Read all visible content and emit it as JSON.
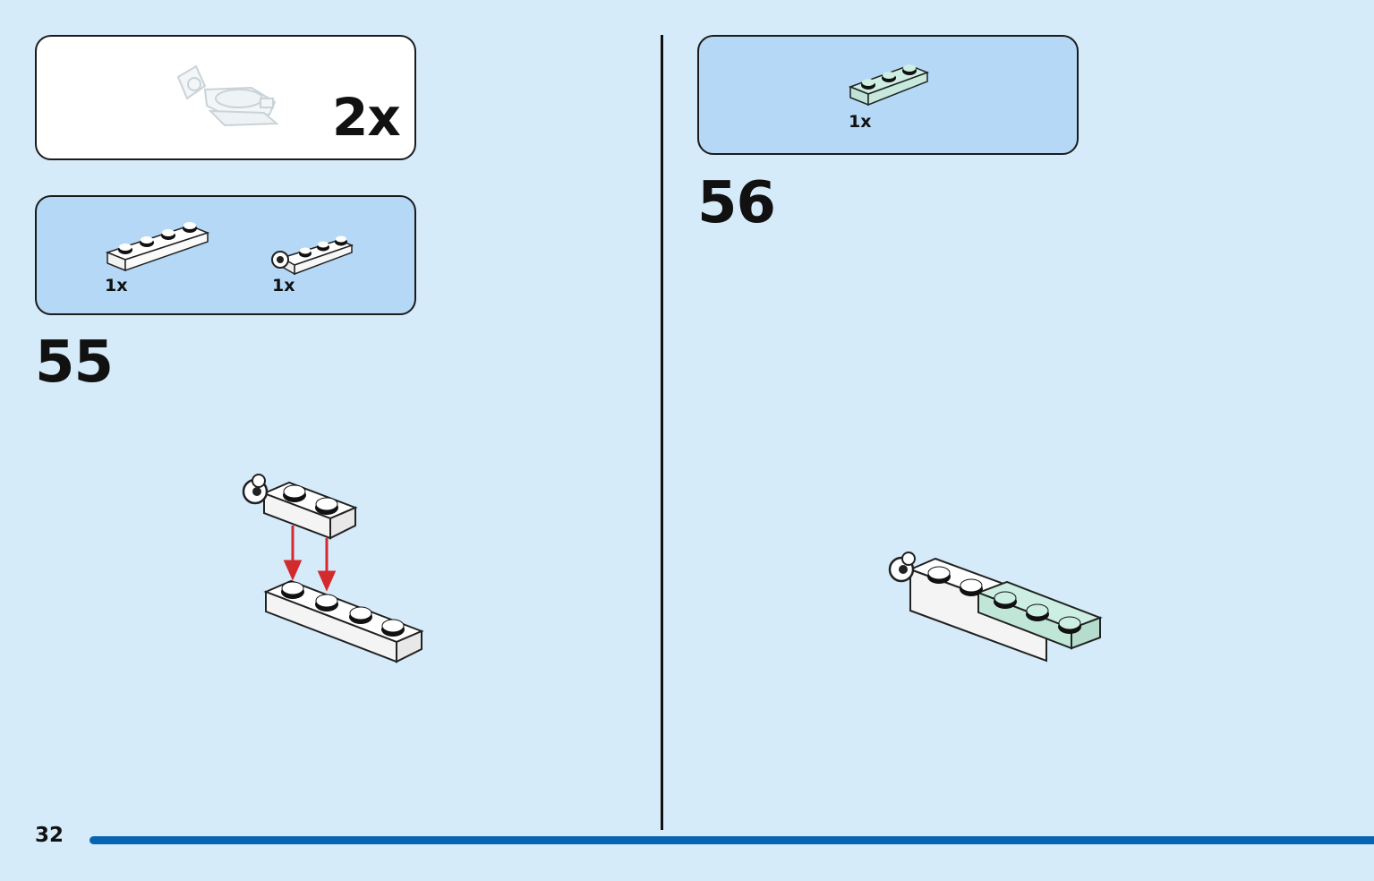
{
  "left_page": {
    "submodel_box": {
      "multiplier": "2x"
    },
    "parts_box": {
      "items": [
        {
          "part": "plate-1x4-white",
          "qty": "1x"
        },
        {
          "part": "plate-1x3-with-clip-white",
          "qty": "1x"
        }
      ]
    },
    "step_number": "55"
  },
  "right_page": {
    "parts_box": {
      "items": [
        {
          "part": "plate-1x3-mint",
          "qty": "1x"
        }
      ]
    },
    "step_number": "56"
  },
  "footer": {
    "page_number": "32"
  },
  "colors": {
    "background": "#d5ebf9",
    "parts_box": "#b4d8f6",
    "bar": "#0565b2",
    "arrow": "#d32a2e",
    "mint": "#cdeee3"
  },
  "icons": [
    "brick-plate-icon",
    "clip-plate-icon",
    "down-arrow-icon"
  ]
}
